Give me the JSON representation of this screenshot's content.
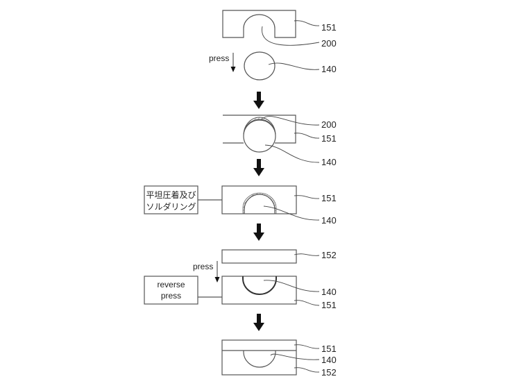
{
  "steps": [
    {
      "labels": {
        "mold": "151",
        "coating": "200",
        "ball": "140"
      },
      "press": "press"
    },
    {
      "labels": {
        "coating": "200",
        "mold": "151",
        "ball": "140"
      }
    },
    {
      "labels": {
        "mold": "151",
        "ball": "140"
      },
      "process_box": [
        "平坦圧着及び",
        "ソルダリング"
      ]
    },
    {
      "labels": {
        "plate": "152",
        "ball": "140",
        "mold": "151"
      },
      "press": "press",
      "process_box": [
        "reverse",
        "press"
      ]
    },
    {
      "labels": {
        "mold": "151",
        "ball": "140",
        "plate": "152"
      }
    }
  ]
}
